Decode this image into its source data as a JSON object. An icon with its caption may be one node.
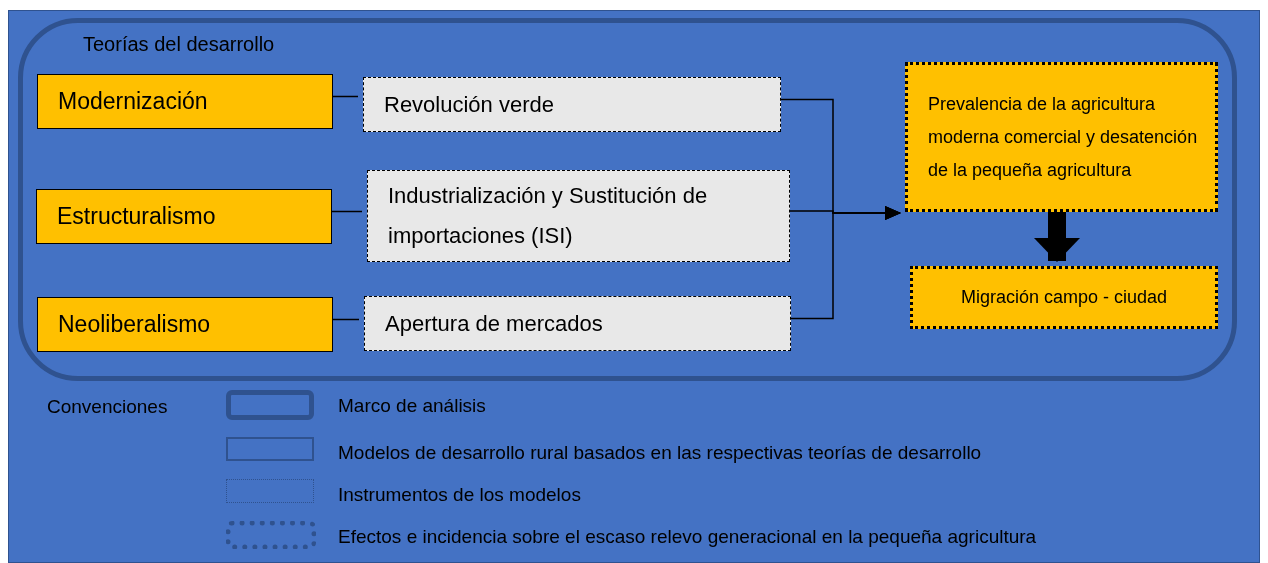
{
  "diagram": {
    "nodes": [
      {
        "text": [
          "Teorías del desarrollo"
        ]
      },
      {
        "text": [
          "Modernización"
        ],
        "in": 0
      },
      {
        "text": [
          "Estructuralismo"
        ],
        "in": 0
      },
      {
        "text": [
          "Neoliberalismo"
        ],
        "in": 0
      },
      {
        "text": [
          "Revolución verde"
        ],
        "in": 0
      },
      {
        "text": [
          "Industrialización y Sustitución de importaciones (ISI)"
        ],
        "in": 0
      },
      {
        "text": [
          "Apertura de mercados"
        ],
        "in": 0
      },
      {
        "text": [
          "Prevalencia de la agricultura moderna comercial y desatención de la pequeña agricultura"
        ],
        "in": 0
      },
      {
        "text": [
          "Migración campo - ciudad"
        ],
        "in": 0
      }
    ],
    "edges": [
      {
        "from": 1,
        "to": 4,
        "arrow": "none"
      },
      {
        "from": 2,
        "to": 5,
        "arrow": "none"
      },
      {
        "from": 3,
        "to": 6,
        "arrow": "none"
      },
      {
        "from": 4,
        "to": 7,
        "arrow": "to"
      },
      {
        "from": 5,
        "to": 7,
        "arrow": "to"
      },
      {
        "from": 6,
        "to": 7,
        "arrow": "to"
      },
      {
        "from": 7,
        "to": 8,
        "arrow": "to",
        "style": "thick"
      }
    ],
    "labels": [
      "Convenciones"
    ],
    "legend": [
      {
        "text": "Marco de análisis"
      },
      {
        "text": "Modelos de desarrollo rural basados en las respectivas teorías de desarrollo"
      },
      {
        "text": "Instrumentos de los modelos"
      },
      {
        "text": "Efectos e incidencia sobre el escaso relevo generacional en la pequeña agricultura"
      }
    ]
  }
}
